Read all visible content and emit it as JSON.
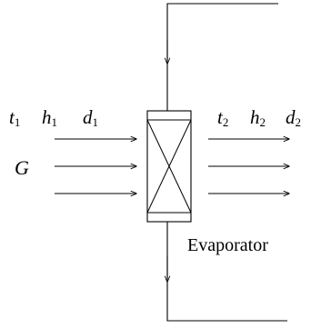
{
  "inlet": {
    "t": {
      "sym": "t",
      "sub": "1"
    },
    "h": {
      "sym": "h",
      "sub": "1"
    },
    "d": {
      "sym": "d",
      "sub": "1"
    },
    "flow": "G"
  },
  "outlet": {
    "t": {
      "sym": "t",
      "sub": "2"
    },
    "h": {
      "sym": "h",
      "sub": "2"
    },
    "d": {
      "sym": "d",
      "sub": "2"
    }
  },
  "component": {
    "label": "Evaporator"
  },
  "colors": {
    "stroke": "#000000",
    "background": "#ffffff"
  }
}
